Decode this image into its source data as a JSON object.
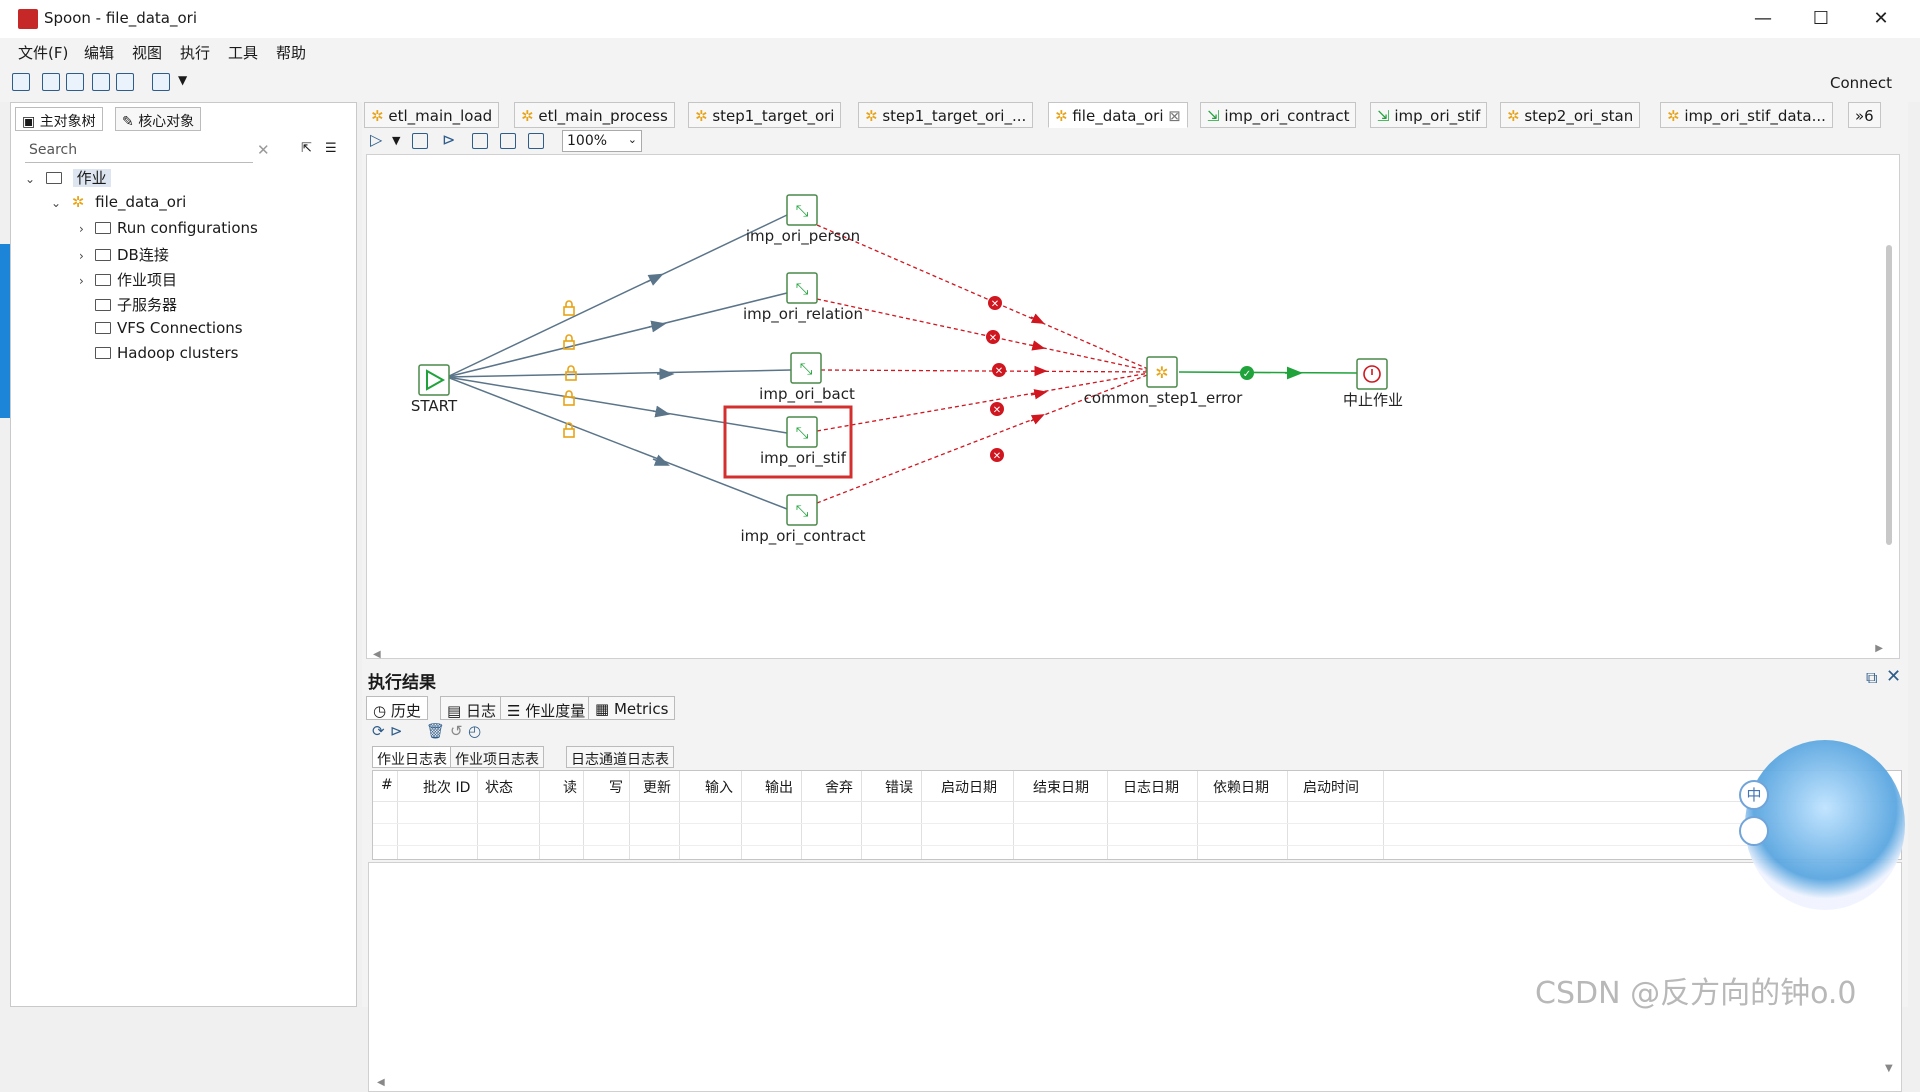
{
  "window": {
    "title": "Spoon - file_data_ori",
    "minimize": "—",
    "maximize": "☐",
    "close": "✕"
  },
  "menu": [
    "文件(F)",
    "编辑",
    "视图",
    "执行",
    "工具",
    "帮助"
  ],
  "toolbar": {
    "connect": "Connect"
  },
  "left_panel": {
    "tabs": [
      "主对象树",
      "核心对象"
    ],
    "search_placeholder": "Search",
    "search_clear": "✕",
    "tree": {
      "root": "作业",
      "job": "file_data_ori",
      "children": [
        "Run configurations",
        "DB连接",
        "作业项目",
        "子服务器",
        "VFS Connections",
        "Hadoop clusters"
      ]
    }
  },
  "doc_tabs": [
    "etl_main_load",
    "etl_main_process",
    "step1_target_ori",
    "step1_target_ori_...",
    "file_data_ori",
    "imp_ori_contract",
    "imp_ori_stif",
    "step2_ori_stan",
    "imp_ori_stif_data...",
    "»6"
  ],
  "active_tab_close": "⊠",
  "canvas": {
    "zoom": "100%",
    "nodes": {
      "start": "START",
      "person": "imp_ori_person",
      "relation": "imp_ori_relation",
      "bact": "imp_ori_bact",
      "stif": "imp_ori_stif",
      "contract": "imp_ori_contract",
      "error": "common_step1_error",
      "abort": "中止作业"
    }
  },
  "results": {
    "title": "执行结果",
    "tabs": [
      "历史",
      "日志",
      "作业度量",
      "Metrics"
    ],
    "subtabs": [
      "作业日志表",
      "作业项日志表",
      "日志通道日志表"
    ],
    "columns": [
      "#",
      "批次 ID",
      "状态",
      "读",
      "写",
      "更新",
      "输入",
      "输出",
      "舍弃",
      "错误",
      "启动日期",
      "结束日期",
      "日志日期",
      "依赖日期",
      "启动时间"
    ]
  },
  "overlay": {
    "watermark": "CSDN @反方向的钟o.0",
    "avatar_badge": "中"
  },
  "colors": {
    "hop_normal": "#5a7489",
    "hop_error": "#d0161f",
    "hop_success": "#1fa33a",
    "lock": "#e8a317",
    "highlight_box": "#d32f2f",
    "accent": "#1c85d8"
  }
}
